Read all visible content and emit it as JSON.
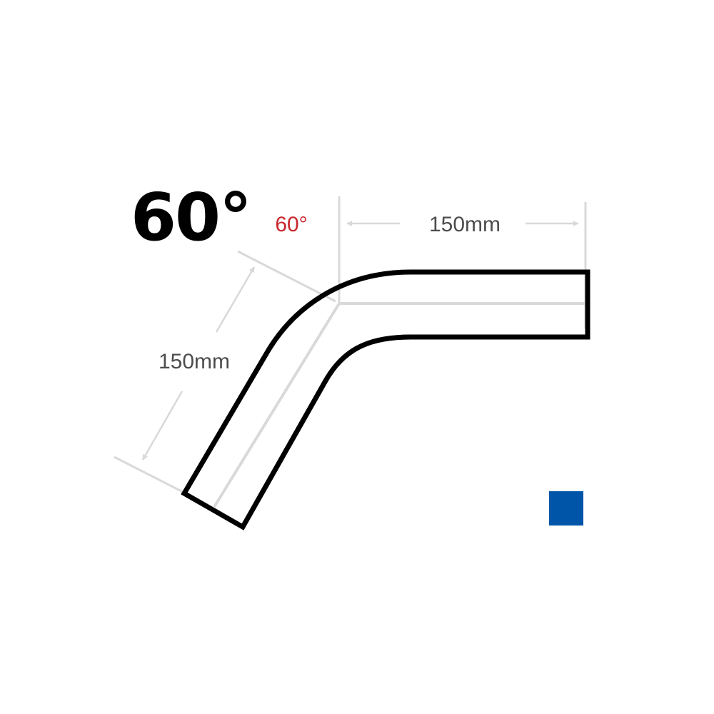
{
  "title": "60°",
  "angle_label": "60°",
  "dim_straight": "150mm",
  "dim_angled": "150mm",
  "colors": {
    "outline": "#000000",
    "guide": "#d9d9d9",
    "dim_text": "#4d4d4d",
    "angle_text": "#c8262c",
    "swatch": "#0055a8"
  }
}
